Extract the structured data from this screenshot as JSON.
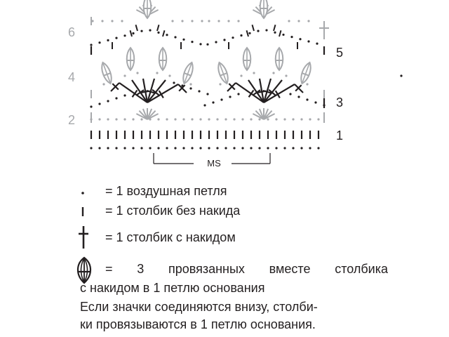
{
  "diagram": {
    "row_numbers_left": [
      "6",
      "4",
      "2"
    ],
    "row_numbers_right": [
      "5",
      "3",
      "1"
    ],
    "repeat_label": "MS",
    "colors": {
      "dark": "#231f20",
      "grey": "#a7a9ac"
    }
  },
  "legend": {
    "items": [
      {
        "icon": "chain-stitch-dot-icon",
        "text": "= 1 воздушная петля"
      },
      {
        "icon": "single-crochet-icon",
        "text": "= 1 столбик без накида"
      },
      {
        "icon": "double-crochet-icon",
        "text": "= 1 столбик с накидом"
      },
      {
        "icon": "cluster-3dc-icon",
        "text": "= 3 провязанных вместе столбика"
      }
    ],
    "item4_words": [
      "=",
      "3",
      "провязанных",
      "вместе",
      "столбика"
    ],
    "item4_continuation": "с накидом в 1 петлю основания",
    "note_lines": [
      "Если значки соединяются внизу, столби-",
      "ки провязываются в 1 петлю основания."
    ]
  }
}
